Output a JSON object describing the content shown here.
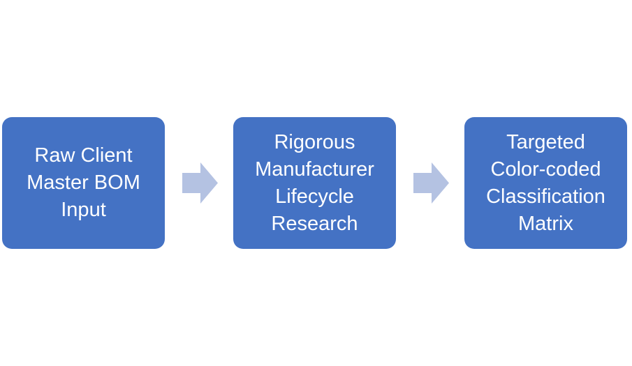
{
  "colors": {
    "box_fill": "#4472C4",
    "box_text": "#FFFFFF",
    "arrow_fill": "#B4C2E2",
    "background": "#FFFFFF"
  },
  "steps": [
    {
      "lines": [
        "Raw Client",
        "Master BOM",
        "Input"
      ]
    },
    {
      "lines": [
        "Rigorous",
        "Manufacturer",
        "Lifecycle",
        "Research"
      ]
    },
    {
      "lines": [
        "Targeted",
        "Color-coded",
        "Classification",
        "Matrix"
      ]
    }
  ],
  "connectors": [
    {
      "icon": "right-arrow-icon"
    },
    {
      "icon": "right-arrow-icon"
    }
  ]
}
